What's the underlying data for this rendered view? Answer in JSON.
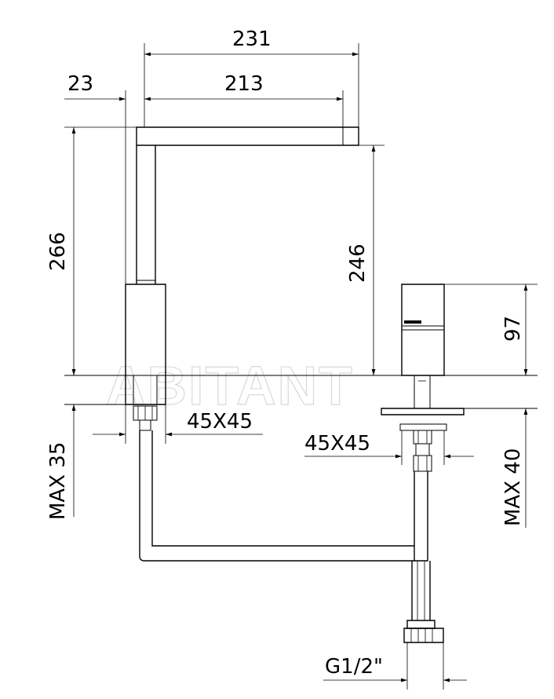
{
  "dimensions": {
    "width_total": "231",
    "width_spout": "213",
    "offset": "23",
    "height_total": "266",
    "height_spout": "246",
    "height_handle": "97",
    "section_left": "45X45",
    "section_right": "45X45",
    "max_left": "MAX 35",
    "max_right": "MAX 40",
    "thread": "G1/2\""
  },
  "watermark": "ABITANT"
}
